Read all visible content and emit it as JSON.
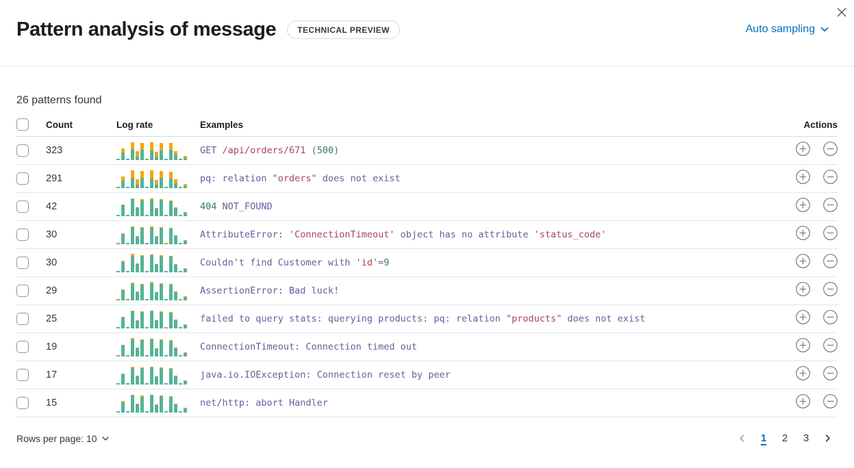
{
  "header": {
    "title": "Pattern analysis of message",
    "badge": "TECHNICAL PREVIEW",
    "sampling_label": "Auto sampling"
  },
  "summary": "26 patterns found",
  "colors": {
    "accent_blue": "#0071c2",
    "bar_teal": "#54b399",
    "bar_orange": "#f5a700",
    "code_purple": "#6e5a9d",
    "code_red": "#aa4556",
    "code_green": "#35785f",
    "icon_gray": "#69707d"
  },
  "table": {
    "columns": [
      "Count",
      "Log rate",
      "Examples",
      "Actions"
    ],
    "rows": [
      {
        "count": "323",
        "spark": {
          "total": [
            2,
            17,
            2,
            26,
            13,
            25,
            2,
            26,
            12,
            25,
            2,
            25,
            13,
            2,
            6
          ],
          "orange": [
            0,
            6,
            0,
            10,
            8,
            10,
            0,
            12,
            7,
            11,
            0,
            10,
            5,
            0,
            3
          ]
        },
        "example": [
          [
            "GET ",
            "purple"
          ],
          [
            "/api/orders/671",
            "red"
          ],
          [
            " (",
            "purple"
          ],
          [
            "500",
            "green"
          ],
          [
            ")",
            "purple"
          ]
        ]
      },
      {
        "count": "291",
        "spark": {
          "total": [
            2,
            17,
            2,
            26,
            13,
            25,
            2,
            26,
            12,
            25,
            2,
            24,
            13,
            2,
            6
          ],
          "orange": [
            0,
            6,
            0,
            11,
            8,
            10,
            0,
            12,
            7,
            10,
            0,
            10,
            6,
            0,
            3
          ]
        },
        "example": [
          [
            "pq: relation \"",
            "purple"
          ],
          [
            "orders",
            "red"
          ],
          [
            "\" does not exist",
            "purple"
          ]
        ]
      },
      {
        "count": "42",
        "spark": {
          "total": [
            2,
            17,
            2,
            26,
            13,
            25,
            2,
            26,
            12,
            25,
            2,
            23,
            13,
            2,
            6
          ],
          "orange": [
            0,
            1,
            0,
            1,
            0,
            2,
            0,
            2,
            1,
            1,
            0,
            1,
            1,
            0,
            1
          ]
        },
        "example": [
          [
            "404",
            "green"
          ],
          [
            " NOT_FOUND",
            "purple"
          ]
        ]
      },
      {
        "count": "30",
        "spark": {
          "total": [
            2,
            16,
            2,
            26,
            12,
            25,
            2,
            26,
            12,
            25,
            2,
            24,
            13,
            2,
            6
          ],
          "orange": [
            1,
            1,
            0,
            1,
            1,
            1,
            0,
            2,
            1,
            1,
            1,
            1,
            0,
            0,
            1
          ]
        },
        "example": [
          [
            "AttributeError: '",
            "purple"
          ],
          [
            "ConnectionTimeout",
            "red"
          ],
          [
            "' object has no attribute '",
            "purple"
          ],
          [
            "status_code",
            "red"
          ],
          [
            "'",
            "purple"
          ]
        ]
      },
      {
        "count": "30",
        "spark": {
          "total": [
            2,
            17,
            2,
            27,
            13,
            25,
            2,
            26,
            12,
            25,
            2,
            24,
            12,
            2,
            6
          ],
          "orange": [
            0,
            2,
            0,
            3,
            1,
            1,
            0,
            1,
            0,
            2,
            0,
            1,
            1,
            0,
            1
          ]
        },
        "example": [
          [
            "Couldn't find Customer with '",
            "purple"
          ],
          [
            "id",
            "red"
          ],
          [
            "'=",
            "purple"
          ],
          [
            "9",
            "green"
          ]
        ]
      },
      {
        "count": "29",
        "spark": {
          "total": [
            2,
            16,
            2,
            26,
            13,
            24,
            2,
            27,
            12,
            25,
            2,
            24,
            13,
            2,
            6
          ],
          "orange": [
            1,
            1,
            0,
            2,
            1,
            1,
            0,
            2,
            0,
            1,
            0,
            1,
            1,
            1,
            1
          ]
        },
        "example": [
          [
            "AssertionError: Bad luck!",
            "purple"
          ]
        ]
      },
      {
        "count": "25",
        "spark": {
          "total": [
            2,
            17,
            2,
            26,
            12,
            25,
            2,
            26,
            12,
            25,
            2,
            24,
            13,
            2,
            6
          ],
          "orange": [
            0,
            1,
            0,
            1,
            1,
            1,
            0,
            1,
            0,
            1,
            1,
            1,
            1,
            0,
            1
          ]
        },
        "example": [
          [
            "failed to query stats: querying products: pq: relation \"",
            "purple"
          ],
          [
            "products",
            "red"
          ],
          [
            "\" does not exist",
            "purple"
          ]
        ]
      },
      {
        "count": "19",
        "spark": {
          "total": [
            2,
            17,
            2,
            27,
            13,
            25,
            2,
            26,
            12,
            25,
            2,
            24,
            13,
            2,
            6
          ],
          "orange": [
            1,
            1,
            0,
            2,
            1,
            1,
            0,
            1,
            1,
            1,
            0,
            1,
            1,
            0,
            1
          ]
        },
        "example": [
          [
            "ConnectionTimeout: Connection timed out",
            "purple"
          ]
        ]
      },
      {
        "count": "17",
        "spark": {
          "total": [
            2,
            16,
            2,
            26,
            13,
            25,
            2,
            26,
            12,
            25,
            2,
            24,
            13,
            2,
            6
          ],
          "orange": [
            0,
            1,
            0,
            2,
            1,
            1,
            0,
            1,
            0,
            2,
            0,
            1,
            1,
            0,
            1
          ]
        },
        "example": [
          [
            "java.io.IOException: Connection reset by peer",
            "purple"
          ]
        ]
      },
      {
        "count": "15",
        "spark": {
          "total": [
            2,
            17,
            2,
            26,
            13,
            25,
            2,
            26,
            12,
            25,
            2,
            24,
            13,
            2,
            7
          ],
          "orange": [
            0,
            2,
            0,
            1,
            1,
            2,
            0,
            1,
            1,
            1,
            0,
            1,
            1,
            0,
            1
          ]
        },
        "example": [
          [
            "net/http: abort Handler",
            "purple"
          ]
        ]
      }
    ]
  },
  "footer": {
    "rows_per_page_label": "Rows per page: 10",
    "pages": [
      "1",
      "2",
      "3"
    ],
    "current_page": "1"
  }
}
